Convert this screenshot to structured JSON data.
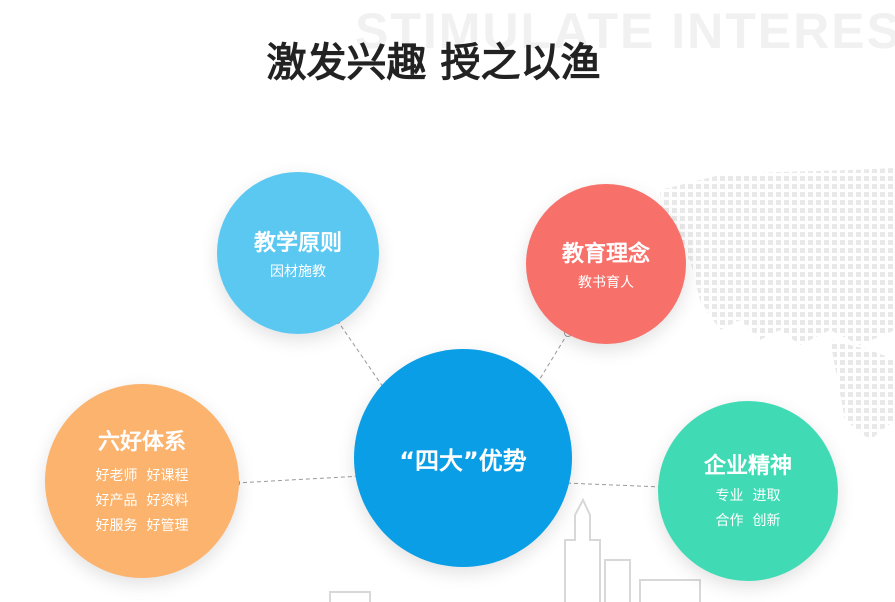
{
  "background_text": "STIMULATE INTEREST",
  "title": "激发兴趣 授之以渔",
  "center": {
    "label": "“四大”优势",
    "color": "#0a9ee6"
  },
  "teaching": {
    "title": "教学原则",
    "subtitle": "因材施教",
    "color": "#5bc8f2"
  },
  "education": {
    "title": "教育理念",
    "subtitle": "教书育人",
    "color": "#f7706a"
  },
  "six_good": {
    "title": "六好体系",
    "lines": [
      "好老师  好课程",
      "好产品  好资料",
      "好服务  好管理"
    ],
    "color": "#fbb36e"
  },
  "enterprise": {
    "title": "企业精神",
    "lines": [
      "专业  进取",
      "合作  创新"
    ],
    "color": "#40dbb5"
  }
}
